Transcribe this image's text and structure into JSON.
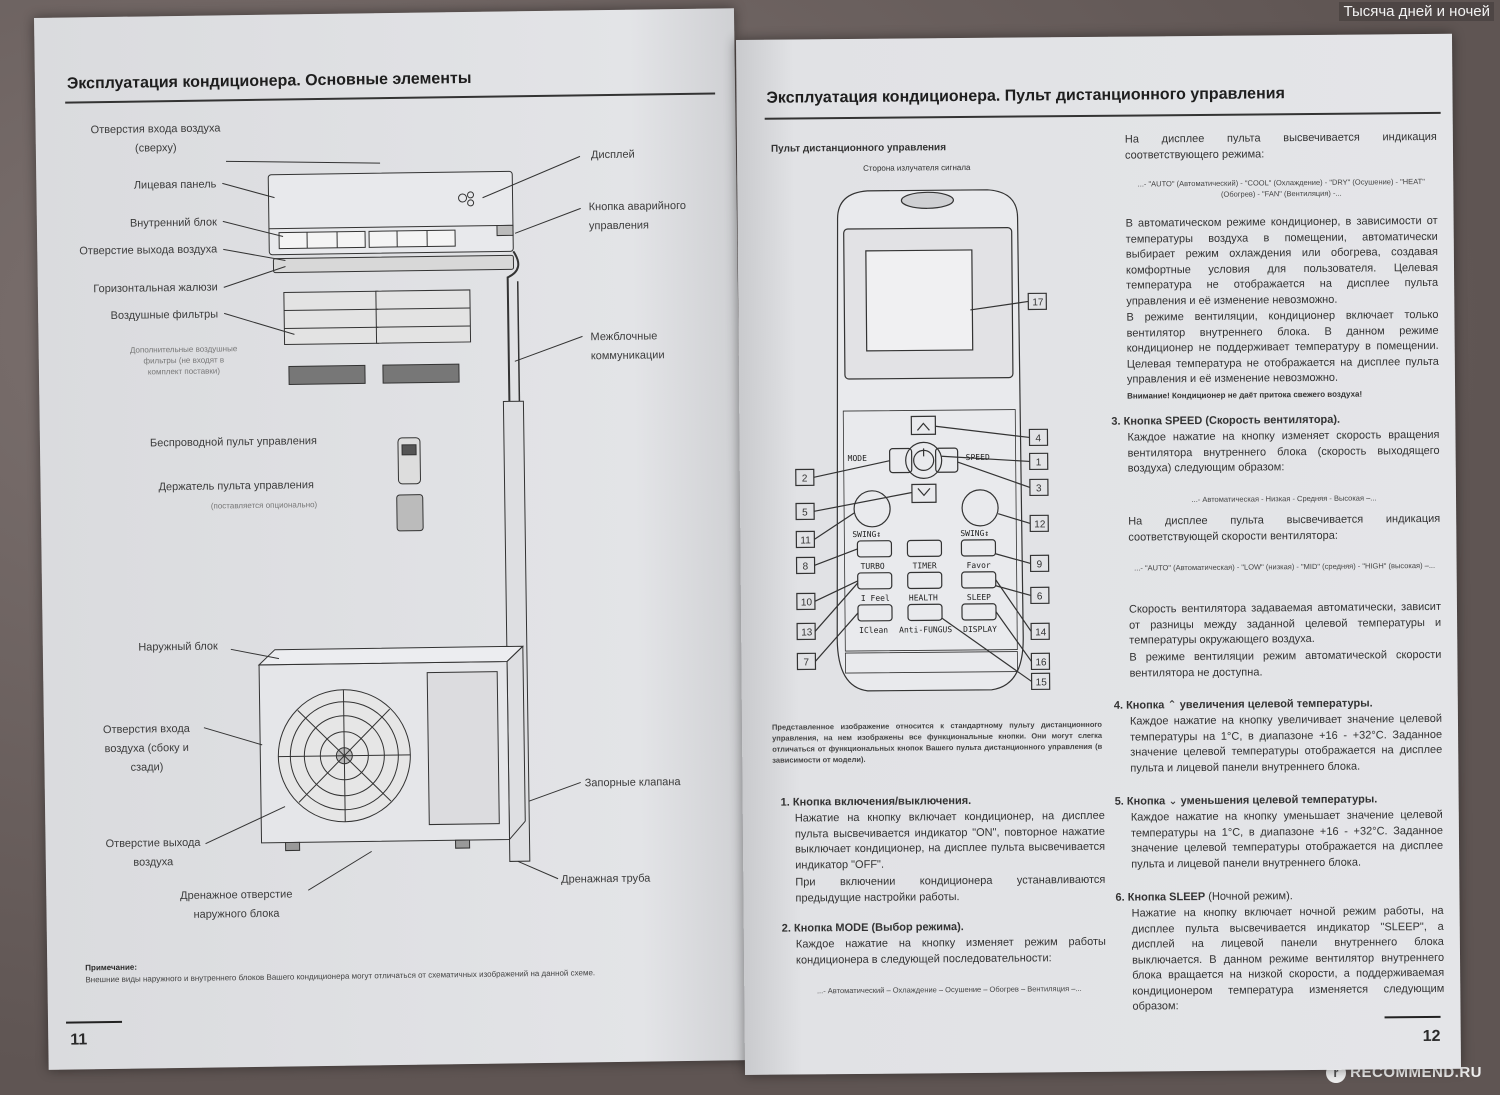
{
  "watermark": "Тысяча дней и ночей",
  "logo": "RECOMMEND.RU",
  "left_page": {
    "heading": "Эксплуатация кондиционера. Основные элементы",
    "labels_left": [
      "Отверстия входа воздуха (сверху)",
      "Лицевая панель",
      "Внутренний блок",
      "Отверстие выхода воздуха",
      "Горизонтальная жалюзи",
      "Воздушные фильтры"
    ],
    "optional_filters": "Дополнительные воздушные фильтры (не входят в комплект поставки)",
    "remote_label": "Беспроводной пульт управления",
    "holder_label": "Держатель пульта управления",
    "holder_note": "(поставляется опционально)",
    "outdoor_label": "Наружный блок",
    "air_in_side": "Отверстия входа воздуха (сбоку и сзади)",
    "air_out": "Отверстие выхода воздуха",
    "drain_hole": "Дренажное отверстие наружного блока",
    "labels_right": {
      "display": "Дисплей",
      "emergency": "Кнопка аварийного управления",
      "comms": "Межблочные коммуникации",
      "valves": "Запорные клапана",
      "drain_pipe": "Дренажная труба"
    },
    "note_title": "Примечание:",
    "note_text": "Внешние виды наружного и внутреннего блоков Вашего кондиционера могут отличаться от схематичных изображений на данной схеме.",
    "page_number": "11"
  },
  "right_page": {
    "heading": "Эксплуатация кондиционера. Пульт дистанционного управления",
    "remote_title": "Пульт дистанционного управления",
    "emitter_side": "Сторона излучателя сигнала",
    "remote_buttons": {
      "mode": "MODE",
      "speed": "SPEED",
      "swing_l": "SWING↕",
      "swing_r": "SWING↕",
      "turbo": "TURBO",
      "timer": "TIMER",
      "favor": "Favor",
      "feel": "I Feel",
      "health": "HEALTH",
      "sleep": "SLEEP",
      "clean": "IClean",
      "anti": "Anti-FUNGUS",
      "display": "DISPLAY"
    },
    "callouts": [
      "17",
      "4",
      "1",
      "2",
      "3",
      "5",
      "12",
      "11",
      "8",
      "9",
      "6",
      "10",
      "13",
      "14",
      "7",
      "16",
      "15"
    ],
    "disclaimer": "Представленное изображение относится к стандартному пульту дистанционного управления, на нем изображены все функциональные кнопки. Они могут слегка отличаться от функциональных кнопок Вашего пульта дистанционного управления (в зависимости от модели).",
    "s1_title": "1. Кнопка включения/выключения.",
    "s1_text": "Нажатие на кнопку включает кондиционер, на дисплее пульта высвечивается индикатор \"ON\", повторное нажатие выключает кондиционер, на дисплее пульта высвечивается индикатор \"OFF\".",
    "s1_text2": "При включении кондиционера устанавливаются предыдущие настройки работы.",
    "s2_title": "2. Кнопка MODE (Выбор режима).",
    "s2_text": "Каждое нажатие на кнопку изменяет режим работы кондиционера в следующей последовательности:",
    "s2_seq": "...- Автоматический – Охлаждение – Осушение – Обогрев – Вентиляция –...",
    "c2_intro": "На дисплее пульта высвечивается индикация соответствующего режима:",
    "c2_modes": "...- \"AUTO\" (Автоматический) - \"COOL\" (Охлаждение) - \"DRY\" (Осушение) - \"HEAT\" (Обогрев) - \"FAN\" (Вентиляция) -...",
    "c2_auto": "В автоматическом режиме кондиционер, в зависимости от температуры воздуха в помещении, автоматически выбирает режим охлаждения или обогрева, создавая комфортные условия для пользователя. Целевая температура не отображается на дисплее пульта управления и её изменение невозможно.",
    "c2_fan": "В режиме вентиляции, кондиционер включает только вентилятор внутреннего блока. В данном режиме кондиционер не поддерживает температуру в помещении. Целевая температура не отображается на дисплее пульта управления и её изменение невозможно.",
    "c2_warn": "Внимание! Кондиционер не даёт притока свежего воздуха!",
    "s3_title": "3. Кнопка SPEED (Скорость вентилятора).",
    "s3_text": "Каждое нажатие на кнопку изменяет скорость вращения вентилятора внутреннего блока (скорость выходящего воздуха) следующим образом:",
    "s3_seq": "...- Автоматическая - Низкая - Средняя - Высокая –...",
    "s3_intro": "На дисплее пульта высвечивается индикация соответствующей скорости вентилятора:",
    "s3_modes": "...- \"AUTO\" (Автоматическая) - \"LOW\" (низкая) - \"MID\" (средняя) - \"HIGH\" (высокая) –...",
    "s3_auto": "Скорость вентилятора задаваемая автоматически, зависит от разницы между заданной целевой температуры и температуры окружающего воздуха.",
    "s3_fan": "В режиме вентиляции режим автоматической скорости вентилятора не доступна.",
    "s4_title": "4. Кнопка",
    "s4_title2": "увеличения целевой температуры.",
    "s4_text": "Каждое нажатие на кнопку увеличивает значение целевой температуры на 1°С, в диапазоне +16 - +32°С. Заданное значение целевой температуры отображается на дисплее пульта и лицевой панели внутреннего блока.",
    "s5_title": "5. Кнопка",
    "s5_title2": "уменьшения целевой температуры.",
    "s5_text": "Каждое нажатие на кнопку уменьшает значение целевой температуры на 1°С, в диапазоне +16 - +32°С. Заданное значение целевой температуры отображается на дисплее пульта и лицевой панели внутреннего блока.",
    "s6_title": "6. Кнопка SLEEP",
    "s6_title2": "(Ночной режим).",
    "s6_text": "Нажатие на кнопку включает ночной режим работы, на дисплее пульта высвечивается индикатор \"SLEEP\", а дисплей на лицевой панели внутреннего блока выключается. В данном режиме вентилятор внутреннего блока вращается на низкой скорости, а поддерживаемая кондиционером температура изменяется следующим образом:",
    "page_number": "12"
  }
}
